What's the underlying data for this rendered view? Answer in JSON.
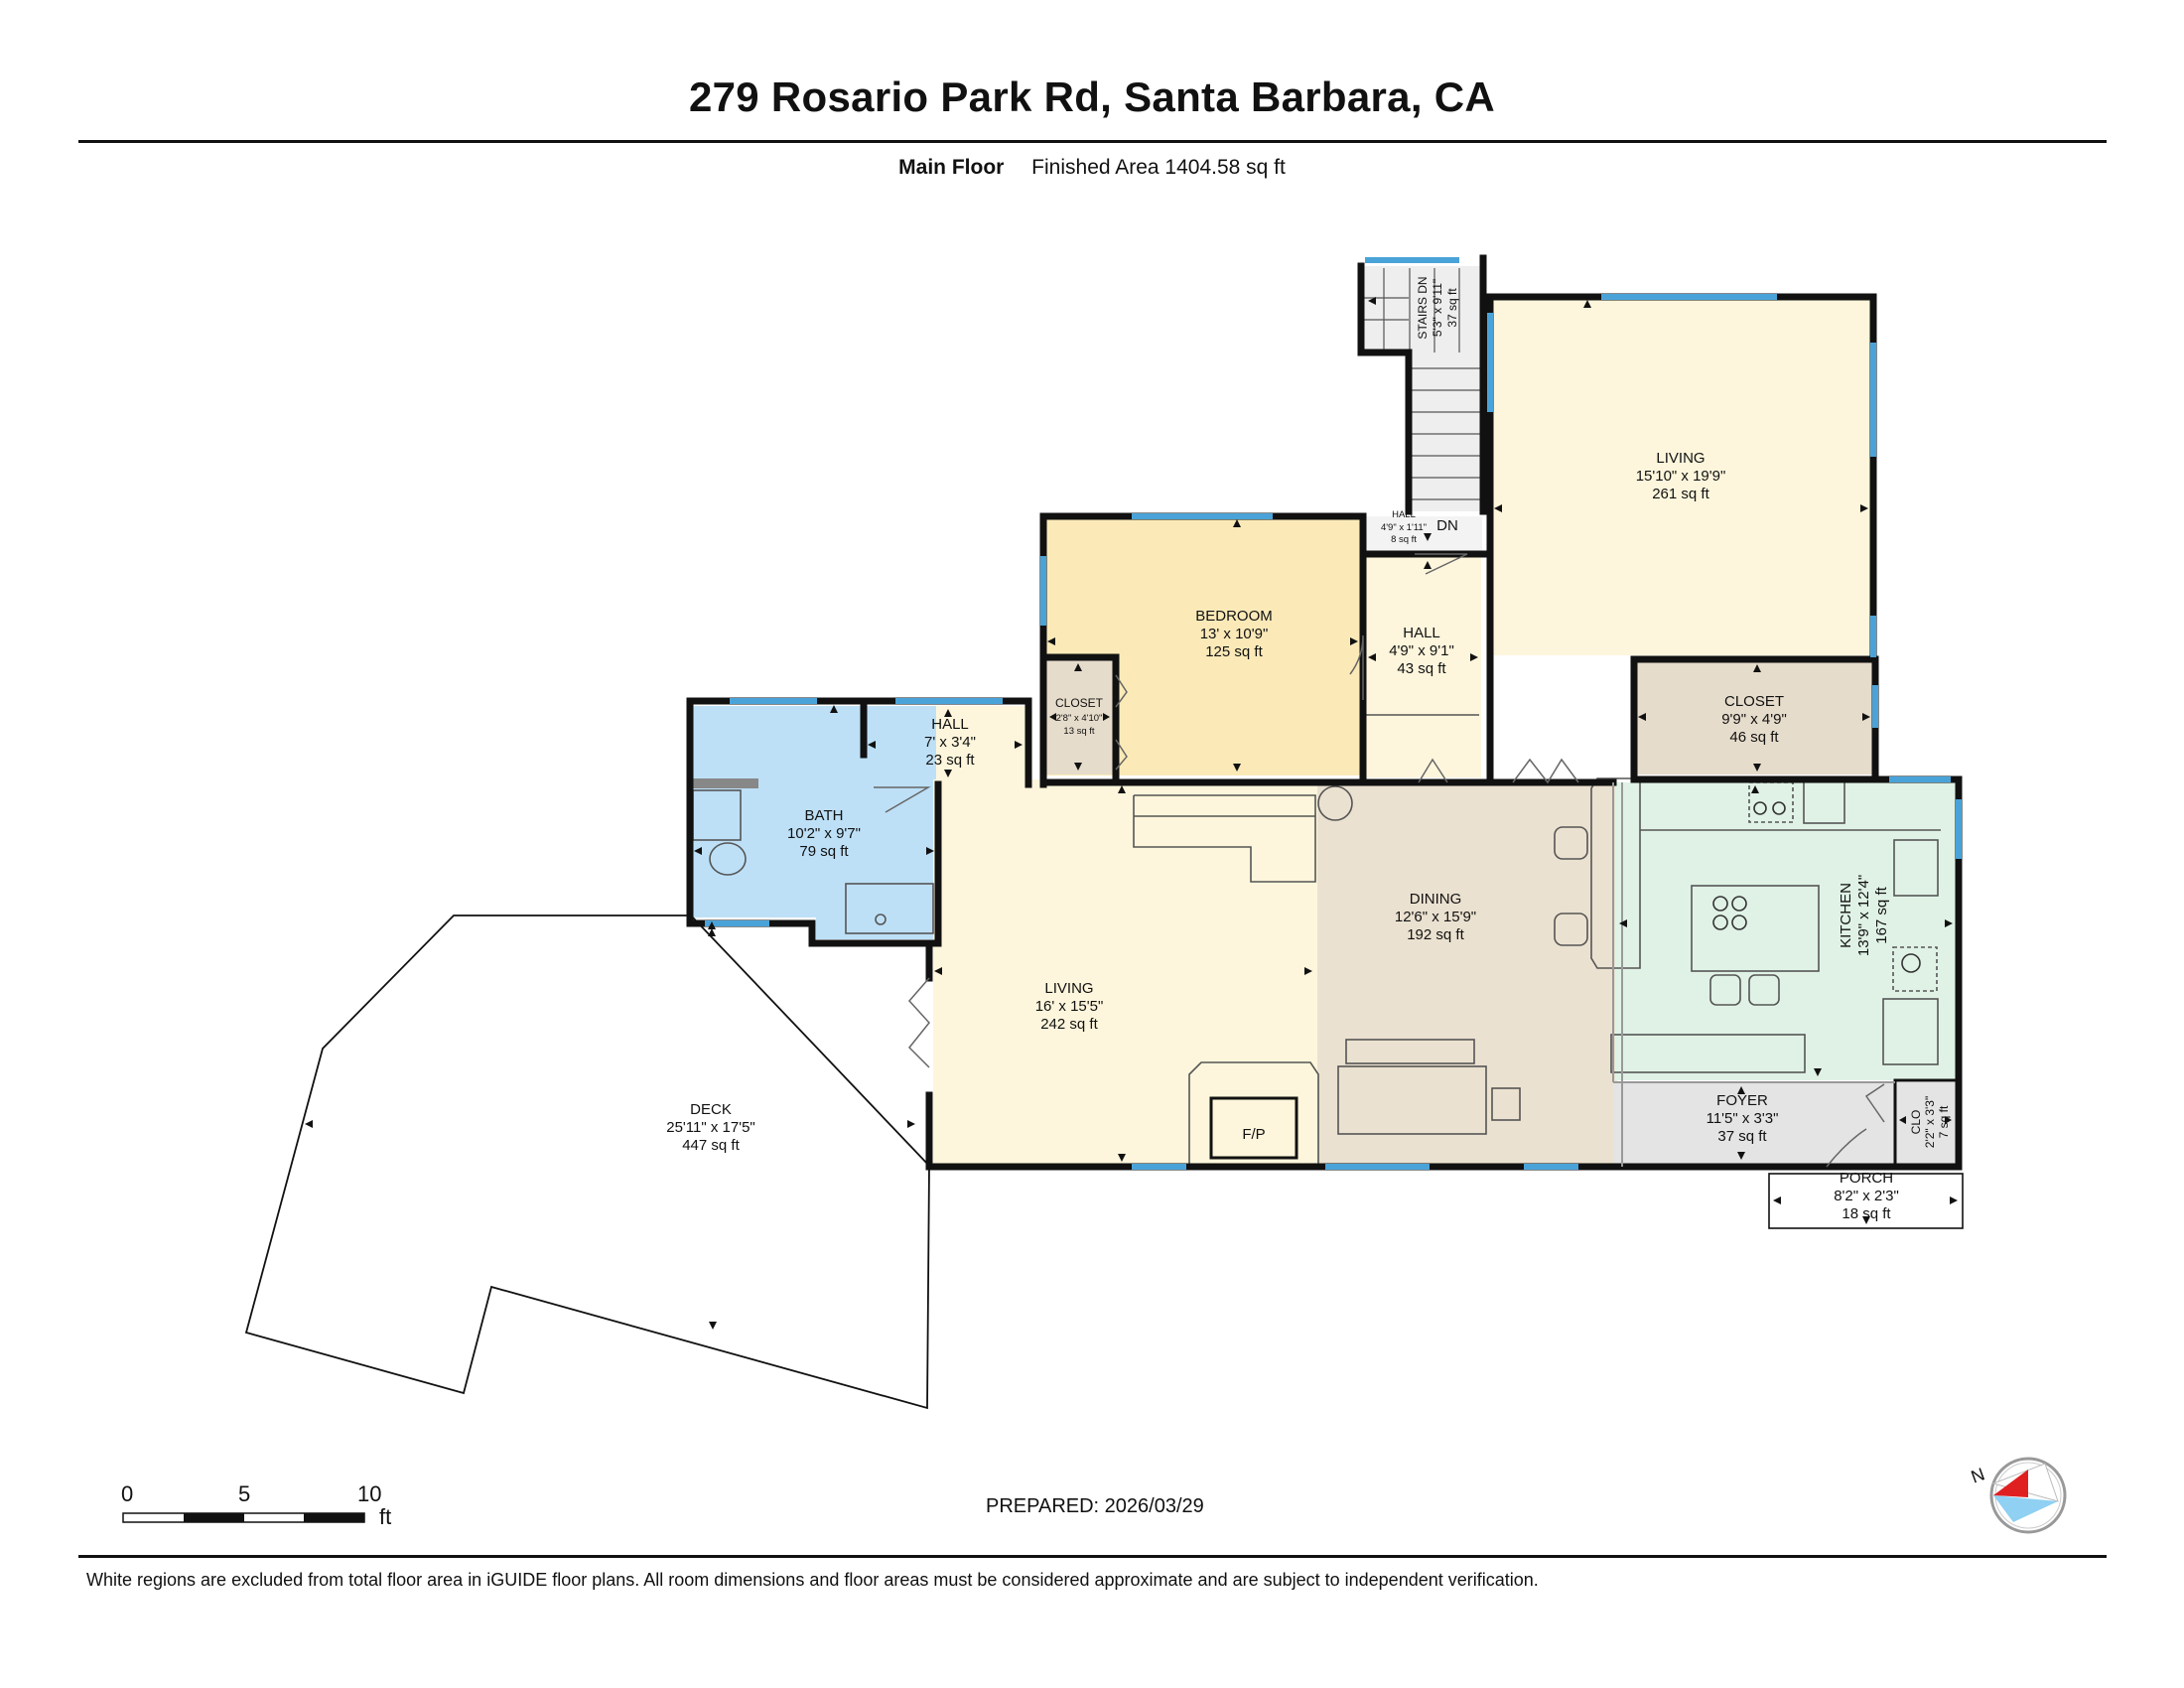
{
  "header": {
    "address": "279 Rosario Park Rd, Santa Barbara, CA",
    "floor_label": "Main Floor",
    "finished_area": "Finished Area 1404.58 sq ft"
  },
  "rooms": {
    "stairs": {
      "name": "STAIRS DN",
      "dims": "5'3\" x 9'11\"",
      "area": "37 sq ft"
    },
    "living_upper": {
      "name": "LIVING",
      "dims": "15'10\" x 19'9\"",
      "area": "261 sq ft"
    },
    "hall_small": {
      "name": "HALL",
      "dims": "4'9\" x 1'11\"",
      "area": "8 sq ft"
    },
    "dn_label": "DN",
    "bedroom": {
      "name": "BEDROOM",
      "dims": "13' x 10'9\"",
      "area": "125 sq ft"
    },
    "hall_mid": {
      "name": "HALL",
      "dims": "4'9\" x 9'1\"",
      "area": "43 sq ft"
    },
    "closet_large": {
      "name": "CLOSET",
      "dims": "9'9\" x 4'9\"",
      "area": "46 sq ft"
    },
    "closet_small": {
      "name": "CLOSET",
      "dims": "2'8\" x 4'10\"",
      "area": "13 sq ft"
    },
    "hall_left": {
      "name": "HALL",
      "dims": "7' x 3'4\"",
      "area": "23 sq ft"
    },
    "bath": {
      "name": "BATH",
      "dims": "10'2\" x 9'7\"",
      "area": "79 sq ft"
    },
    "dining": {
      "name": "DINING",
      "dims": "12'6\" x 15'9\"",
      "area": "192 sq ft"
    },
    "kitchen": {
      "name": "KITCHEN",
      "dims": "13'9\" x 12'4\"",
      "area": "167 sq ft"
    },
    "living_main": {
      "name": "LIVING",
      "dims": "16' x 15'5\"",
      "area": "242 sq ft"
    },
    "deck": {
      "name": "DECK",
      "dims": "25'11\" x 17'5\"",
      "area": "447 sq ft"
    },
    "fireplace": "F/P",
    "foyer": {
      "name": "FOYER",
      "dims": "11'5\" x 3'3\"",
      "area": "37 sq ft"
    },
    "clo": {
      "name": "CLO",
      "dims": "2'2\" x 3'3\"",
      "area": "7 sq ft"
    },
    "porch": {
      "name": "PORCH",
      "dims": "8'2\" x 2'3\"",
      "area": "18 sq ft"
    }
  },
  "scale_bar": {
    "ticks": [
      "0",
      "5",
      "10"
    ],
    "unit": "ft"
  },
  "compass": {
    "label": "N",
    "icon": "compass-icon"
  },
  "footer": {
    "prepared": "PREPARED: 2026/03/29",
    "disclaimer": "White regions are excluded from total floor area in iGUIDE floor plans. All room dimensions and floor areas must be considered approximate and are subject to independent verification."
  },
  "colors": {
    "wall": "#111111",
    "window": "#4aa3d8",
    "living": "#fdf6dc",
    "bedroom": "#fbeab8",
    "closet": "#e6dccb",
    "bath": "#bde0f7",
    "dining": "#ebe1d0",
    "kitchen": "#e0f2e6",
    "foyer": "#e4e4e4",
    "stairs": "#eeeeee",
    "compass_red": "#e02020",
    "compass_blue": "#8fd0f3"
  }
}
